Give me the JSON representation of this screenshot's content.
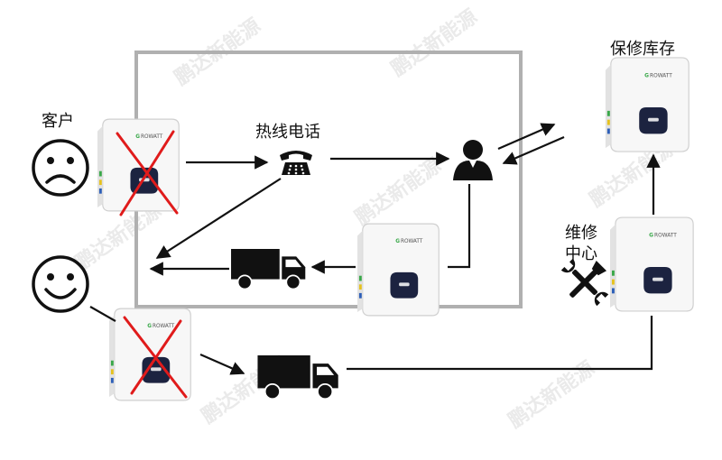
{
  "labels": {
    "customer": "客户",
    "hotline": "热线电话",
    "warranty_stock": "保修库存",
    "repair_center_line1": "维修",
    "repair_center_line2": "中心"
  },
  "inverter_brand": "GROWATT",
  "watermark": "鹏达新能源",
  "colors": {
    "cross": "#e01b1b",
    "arrow": "#111111",
    "box_border": "#b0b0b0",
    "screen": "#1c2340"
  }
}
